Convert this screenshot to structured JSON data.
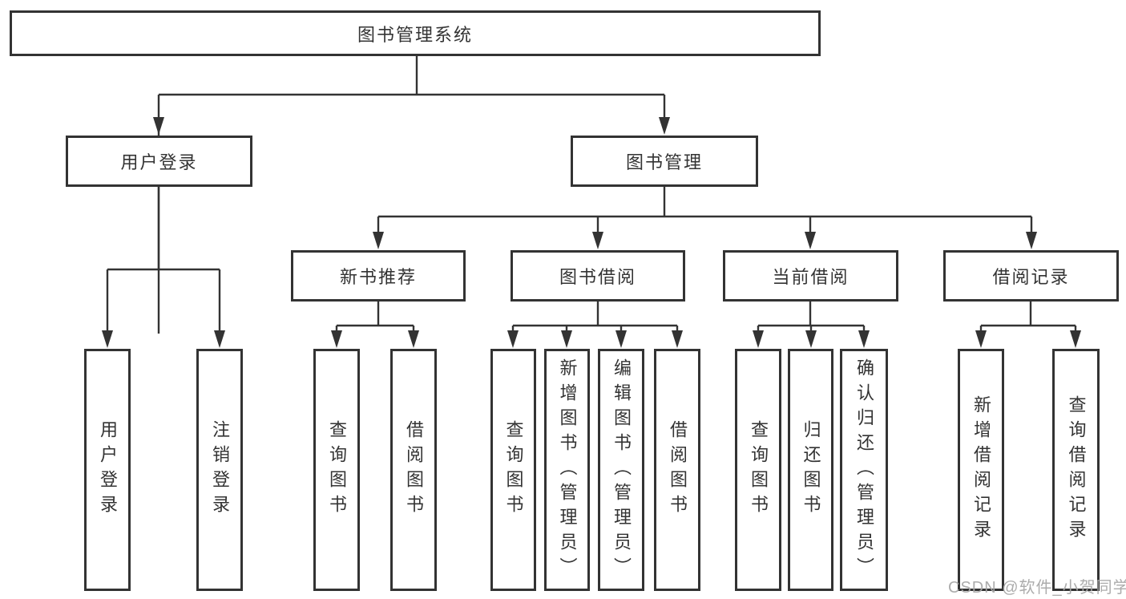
{
  "diagram": {
    "type": "tree",
    "orientation": "top-down",
    "colors": {
      "line": "#333333",
      "node_border": "#333333",
      "node_fill": "#ffffff",
      "text": "#333333",
      "watermark_text": "#a8a8a8",
      "background": "#ffffff"
    }
  },
  "tree": {
    "label": "图书管理系统",
    "children": [
      {
        "label": "用户登录",
        "children": [
          {
            "label": "用户登录"
          },
          {
            "label": "注销登录"
          }
        ]
      },
      {
        "label": "图书管理",
        "children": [
          {
            "label": "新书推荐",
            "children": [
              {
                "label": "查询图书"
              },
              {
                "label": "借阅图书"
              }
            ]
          },
          {
            "label": "图书借阅",
            "children": [
              {
                "label": "查询图书"
              },
              {
                "label": "新增图书（管理员）"
              },
              {
                "label": "编辑图书（管理员）"
              },
              {
                "label": "借阅图书"
              }
            ]
          },
          {
            "label": "当前借阅",
            "children": [
              {
                "label": "查询图书"
              },
              {
                "label": "归还图书"
              },
              {
                "label": "确认归还（管理员）"
              }
            ]
          },
          {
            "label": "借阅记录",
            "children": [
              {
                "label": "新增借阅记录"
              },
              {
                "label": "查询借阅记录"
              }
            ]
          }
        ]
      }
    ]
  },
  "watermark": {
    "text": "CSDN @软件_小贺同学"
  }
}
